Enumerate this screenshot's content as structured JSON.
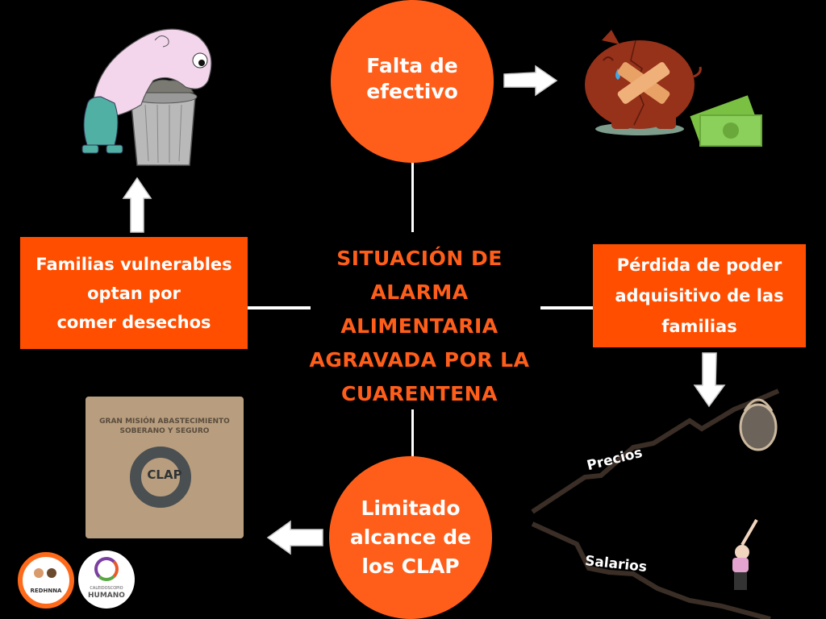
{
  "central_title": [
    "SITUACIÓN DE",
    "ALARMA",
    "ALIMENTARIA",
    "AGRAVADA POR LA",
    "CUARENTENA"
  ],
  "nodes": {
    "top": {
      "shape": "circle",
      "text": "Falta de\nefectivo"
    },
    "right": {
      "shape": "box",
      "text": "Pérdida de poder\nadquisitivo de las\nfamilias"
    },
    "bottom": {
      "shape": "circle",
      "text": "Limitado\nalcance de\nlos CLAP"
    },
    "left": {
      "shape": "box",
      "text": "Familias vulnerables\noptan por\ncomer desechos"
    }
  },
  "illustrations": {
    "piggy_bank": {
      "subject": "broken-piggy-bank-with-money"
    },
    "price_chart": {
      "labels": {
        "prices": "Precios",
        "wages": "Salarios"
      }
    },
    "clap_box": {
      "line1": "GRAN MISIÓN ABASTECIMIENTO",
      "line2": "SOBERANO Y SEGURO",
      "logo": "CLAP"
    },
    "trash_figure": {
      "subject": "person-eating-from-trash-can"
    }
  },
  "logos": [
    {
      "name": "REDHNNA"
    },
    {
      "name_small": "CALEIDOSCOPIO",
      "name_big": "HUMANO"
    }
  ],
  "colors": {
    "background": "#000000",
    "circle": "#FF5E1A",
    "box": "#FF4E00",
    "title": "#FF5E1A",
    "lines": "#FFFFFF"
  }
}
